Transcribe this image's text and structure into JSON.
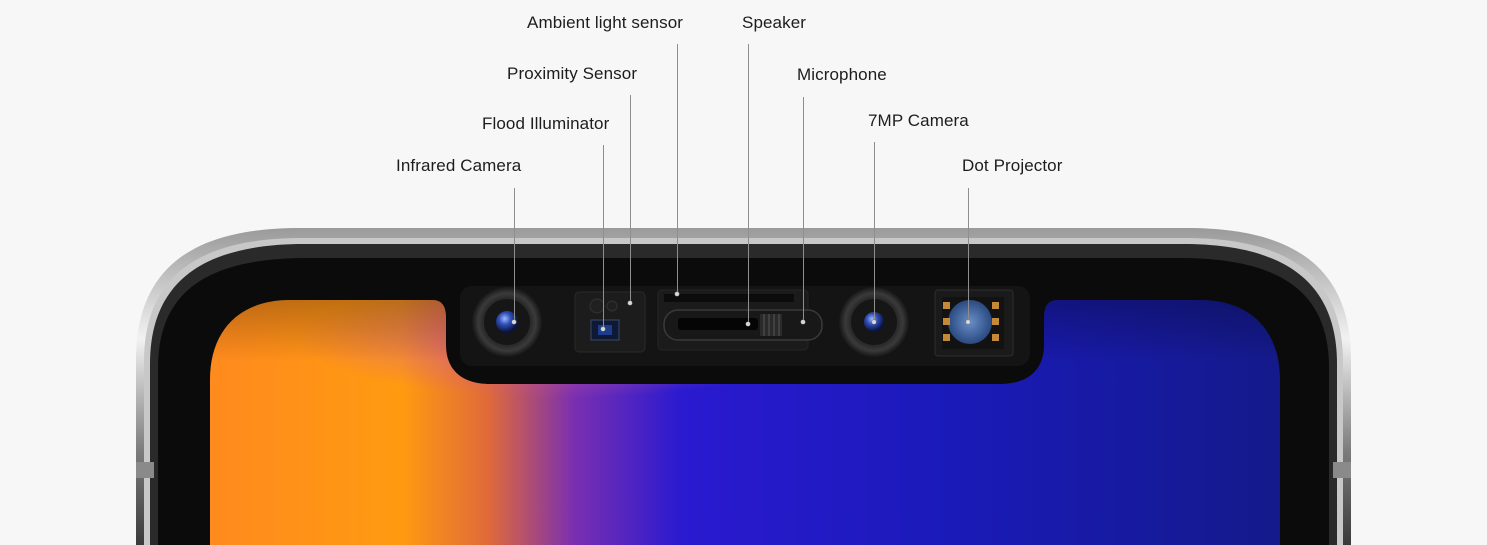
{
  "diagram": {
    "components": [
      {
        "id": "infrared-camera",
        "label": "Infrared Camera"
      },
      {
        "id": "flood-illuminator",
        "label": "Flood Illuminator"
      },
      {
        "id": "proximity-sensor",
        "label": "Proximity Sensor"
      },
      {
        "id": "ambient-light-sensor",
        "label": "Ambient light sensor"
      },
      {
        "id": "speaker",
        "label": "Speaker"
      },
      {
        "id": "microphone",
        "label": "Microphone"
      },
      {
        "id": "camera-7mp",
        "label": "7MP Camera"
      },
      {
        "id": "dot-projector",
        "label": "Dot Projector"
      }
    ]
  },
  "colors": {
    "background": "#f7f7f7",
    "frame": "#111111",
    "screen_orange": "#ff9a1a",
    "screen_blue": "#1a12c8",
    "lens": "#3a5fc0"
  }
}
